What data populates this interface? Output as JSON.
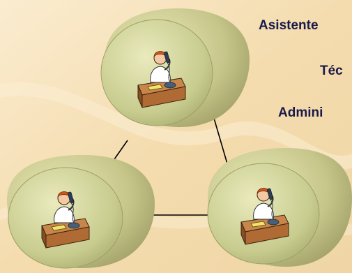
{
  "diagram": {
    "roles": [
      {
        "label": "Asistente"
      },
      {
        "label": "Téc"
      },
      {
        "label": "Admini"
      }
    ],
    "nodes": [
      {
        "id": "top",
        "icon": "person-on-phone-at-desk-icon"
      },
      {
        "id": "left",
        "icon": "person-on-phone-at-desk-icon"
      },
      {
        "id": "right",
        "icon": "person-on-phone-at-desk-icon"
      }
    ],
    "colors": {
      "background": "#f5e1b8",
      "background_highlight": "#fbf0d6",
      "node_fill": "#d2d29a",
      "node_shadow": "#8e8e5a",
      "node_face": "#c4c88a",
      "connector": "#000000",
      "label_text": "#1a1a4a"
    }
  }
}
